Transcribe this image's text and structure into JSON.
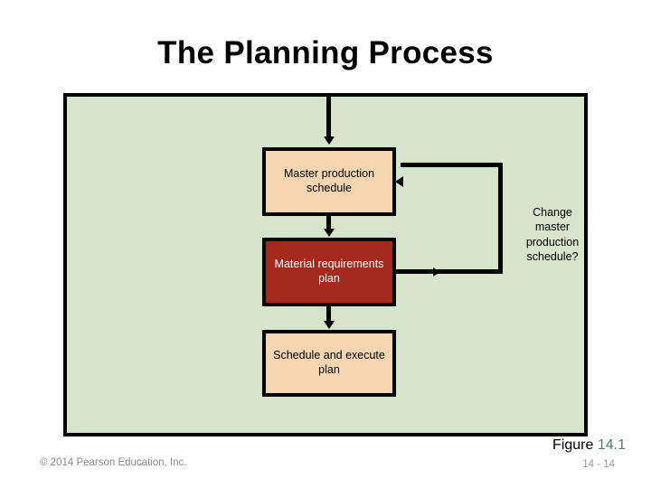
{
  "slide": {
    "title": "The Planning Process"
  },
  "diagram": {
    "boxes": [
      {
        "id": "master-schedule",
        "label": "Master production schedule",
        "fill": "#f5d6b0",
        "text_color": "#000000"
      },
      {
        "id": "material-plan",
        "label": "Material requirements plan",
        "fill": "#a42a1e",
        "text_color": "#ffffff"
      },
      {
        "id": "schedule-exec",
        "label": "Schedule and execute plan",
        "fill": "#f5d6b0",
        "text_color": "#000000"
      }
    ],
    "decision_label": {
      "lines": [
        "Change",
        "master",
        "production",
        "schedule?"
      ]
    },
    "panel_fill": "#d6e4cc",
    "border_color": "#000000"
  },
  "footer": {
    "copyright": "© 2014 Pearson Education, Inc.",
    "figure_word": "Figure",
    "figure_number": "14.1",
    "slide_number": "14 - 14"
  }
}
